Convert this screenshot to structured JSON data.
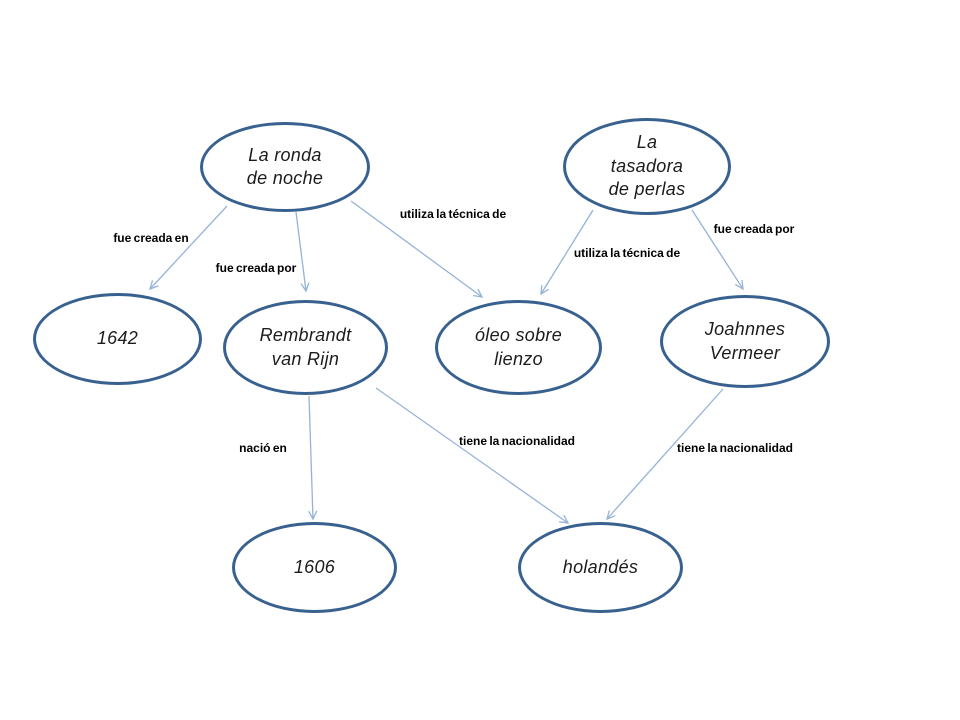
{
  "diagram": {
    "type": "concept-map",
    "language": "es",
    "colors": {
      "node_border": "#38618f",
      "node_fill": "#ffffff",
      "edge_line": "#95b3d7",
      "node_text": "#1c1c1c",
      "edge_label_text": "#000000",
      "background": "#ffffff"
    },
    "nodes": [
      {
        "id": "la-ronda-de-noche",
        "label": "La ronda\nde noche"
      },
      {
        "id": "la-tasadora-de-perlas",
        "label": "La\ntasadora\nde perlas"
      },
      {
        "id": "1642",
        "label": "1642"
      },
      {
        "id": "rembrandt-van-rijn",
        "label": "Rembrandt\nvan Rijn"
      },
      {
        "id": "oleo-sobre-lienzo",
        "label": "óleo sobre\nlienzo"
      },
      {
        "id": "joahnnes-vermeer",
        "label": "Joahnnes\nVermeer"
      },
      {
        "id": "1606",
        "label": "1606"
      },
      {
        "id": "holandes",
        "label": "holandés"
      }
    ],
    "edges": [
      {
        "from": "la-ronda-de-noche",
        "to": "1642",
        "label": "fue creada en"
      },
      {
        "from": "la-ronda-de-noche",
        "to": "rembrandt-van-rijn",
        "label": "fue creada por"
      },
      {
        "from": "la-ronda-de-noche",
        "to": "oleo-sobre-lienzo",
        "label": "utiliza la técnica de"
      },
      {
        "from": "la-tasadora-de-perlas",
        "to": "oleo-sobre-lienzo",
        "label": "utiliza la técnica de"
      },
      {
        "from": "la-tasadora-de-perlas",
        "to": "joahnnes-vermeer",
        "label": "fue creada por"
      },
      {
        "from": "rembrandt-van-rijn",
        "to": "1606",
        "label": "nació en"
      },
      {
        "from": "rembrandt-van-rijn",
        "to": "holandes",
        "label": "tiene la nacionalidad"
      },
      {
        "from": "joahnnes-vermeer",
        "to": "holandes",
        "label": "tiene la nacionalidad"
      }
    ]
  }
}
